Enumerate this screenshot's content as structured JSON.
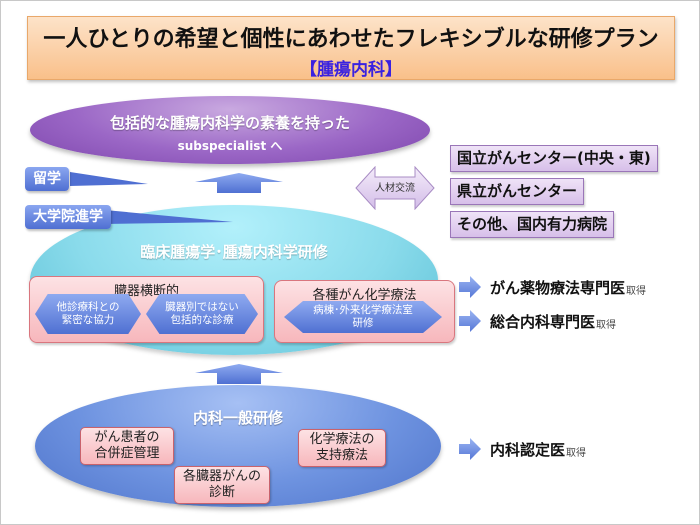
{
  "header": {
    "title": "一人ひとりの希望と個性にあわせたフレキシブルな研修プラン",
    "subtitle": "【腫瘍内科】"
  },
  "goal": {
    "line1": "包括的な腫瘍内科学の素養を持った",
    "line2": "subspecialist へ"
  },
  "callouts": {
    "study_abroad": "留学",
    "grad_school": "大学院進学"
  },
  "exchange": {
    "label": "人材交流"
  },
  "institutions": [
    "国立がんセンター(中央・東)",
    "県立がんセンター",
    "その他、国内有力病院"
  ],
  "oncology_training": {
    "title": "臨床腫瘍学･腫瘍内科学研修",
    "cross_organ": {
      "title": "臓器横断的",
      "items": [
        [
          "他診療科との",
          "緊密な協力"
        ],
        [
          "臓器別ではない",
          "包括的な診療"
        ]
      ]
    },
    "chemotherapy": {
      "title": "各種がん化学療法",
      "items": [
        [
          "病棟･外来化学療法室",
          "研修"
        ]
      ]
    }
  },
  "general_training": {
    "title": "内科一般研修",
    "items": [
      [
        "がん患者の",
        "合併症管理"
      ],
      [
        "化学療法の",
        "支持療法"
      ],
      [
        "各臓器がんの",
        "診断"
      ]
    ]
  },
  "qualifications": [
    {
      "name": "がん薬物療法専門医",
      "suffix": "取得"
    },
    {
      "name": "総合内科専門医",
      "suffix": "取得"
    },
    {
      "name": "内科認定医",
      "suffix": "取得"
    }
  ],
  "colors": {
    "title_bg": "#f9c08a",
    "subtitle_text": "#3a22e0",
    "goal_ellipse": "#9b67c6",
    "oncology_ellipse": "#8adbeb",
    "general_ellipse": "#6e93e0",
    "callout_blue": "#4f6fd2",
    "institution_bg": "#d7bfe9",
    "pink_box": "#f7b7bc"
  }
}
